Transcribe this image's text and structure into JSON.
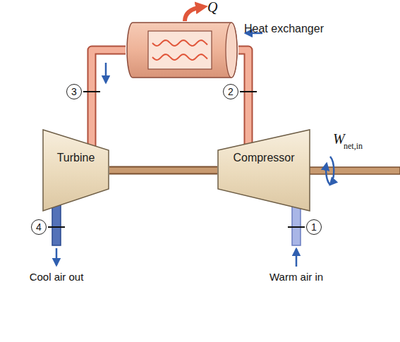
{
  "diagram": {
    "nodes": [
      {
        "text": [
          "Heat exchanger"
        ]
      },
      {
        "text": [
          "Turbine"
        ]
      },
      {
        "text": [
          "Compressor"
        ]
      }
    ],
    "edges": [
      {
        "from": 2,
        "to": 0,
        "arrow": "to"
      },
      {
        "from": 0,
        "to": 1,
        "arrow": "to"
      },
      {
        "from": 1,
        "to": 2,
        "arrow": "none"
      }
    ],
    "labels": [
      "Q",
      "W",
      "net,in",
      "3",
      "2",
      "4",
      "1",
      "Cool air out",
      "Warm air in"
    ]
  }
}
